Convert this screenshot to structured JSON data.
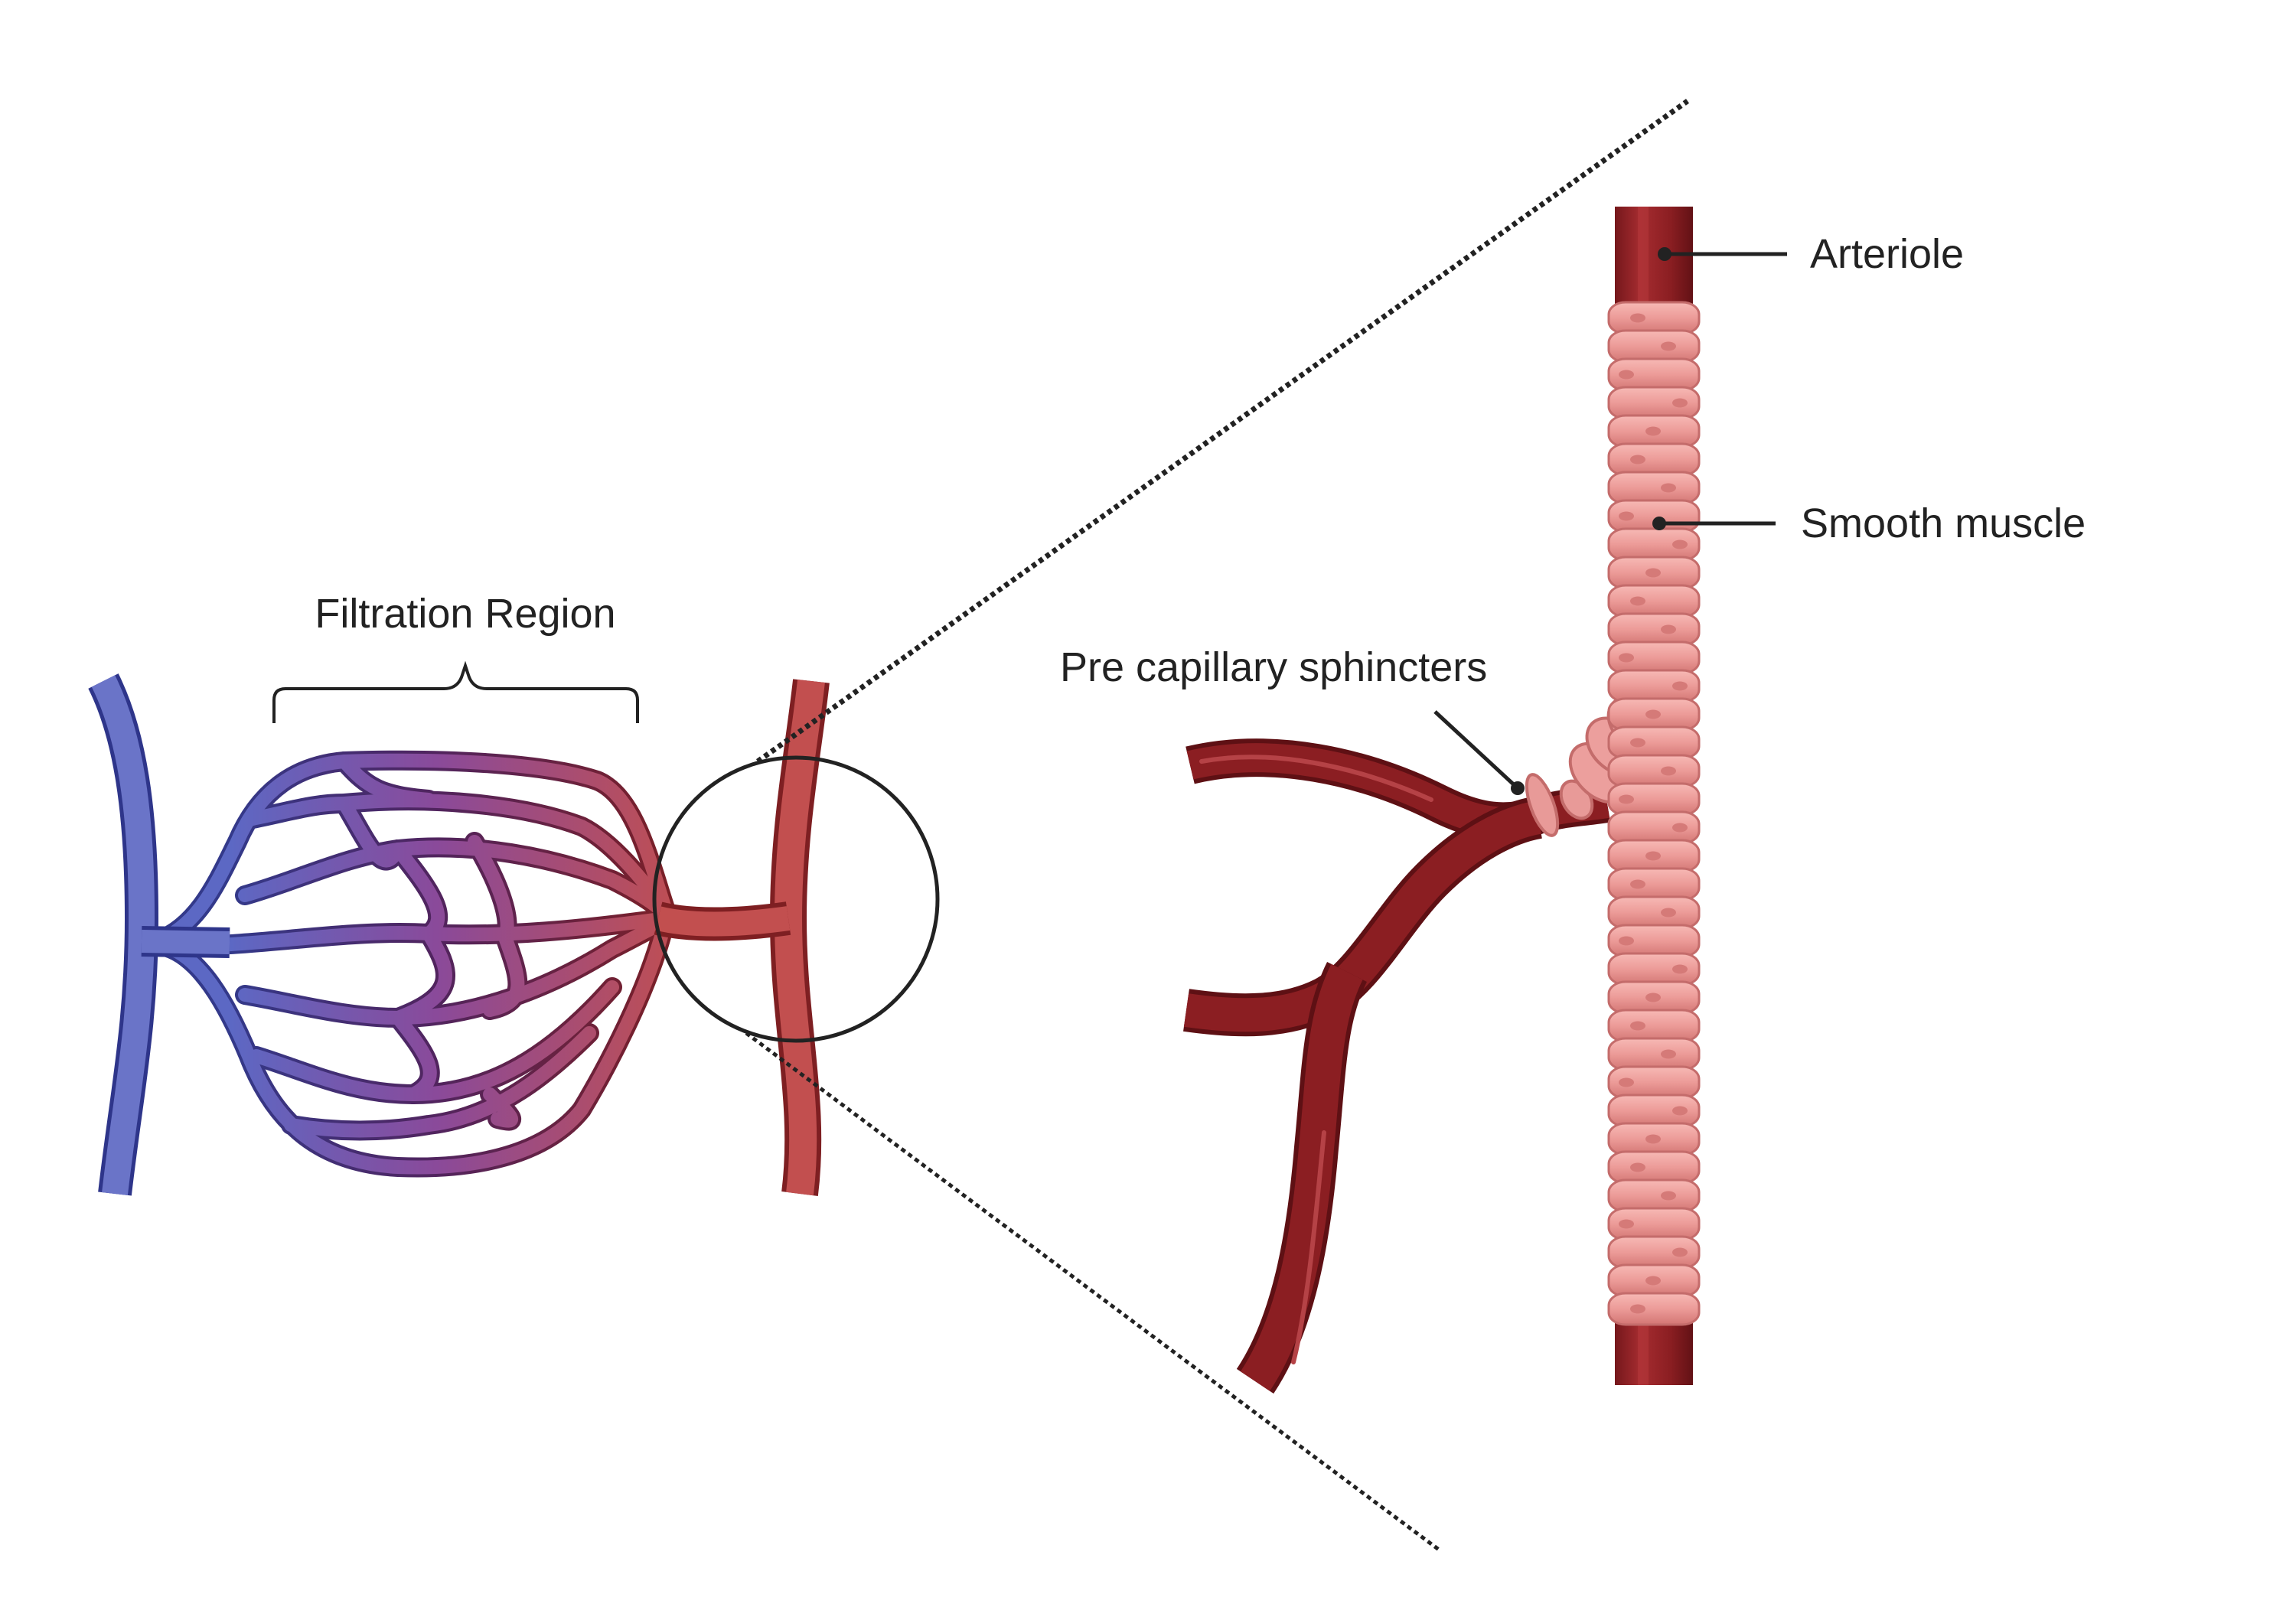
{
  "labels": {
    "filtration_region": "Filtration Region",
    "pre_capillary_sphincters": "Pre capillary sphincters",
    "arteriole": "Arteriole",
    "smooth_muscle": "Smooth muscle"
  },
  "colors": {
    "venous_blue": "#6a74c8",
    "arterial_red": "#c24f4f",
    "arteriole_dark": "#8b1e22",
    "smooth_muscle_pink": "#eb9595",
    "mixed_purple": "#8a4a9a",
    "line": "#222222"
  }
}
